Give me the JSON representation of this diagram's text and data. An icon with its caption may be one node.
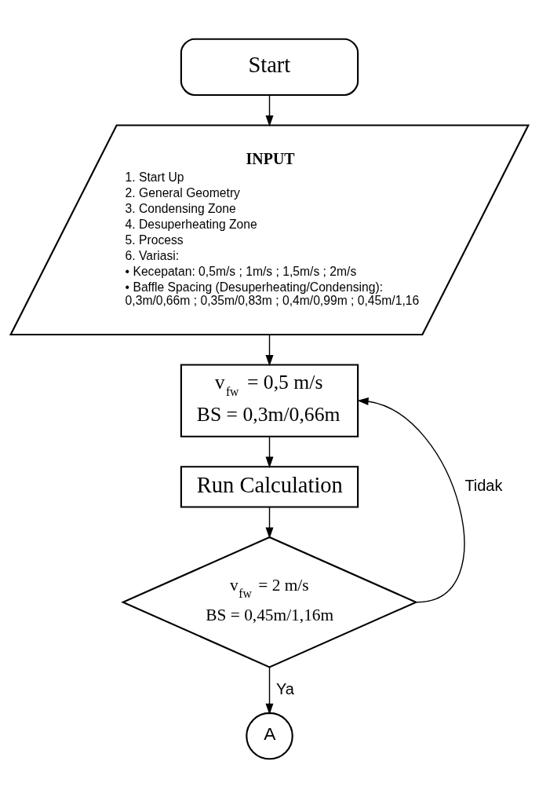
{
  "diagram": {
    "nodes": [
      {
        "text": [
          "Start"
        ]
      },
      {
        "text": [
          "INPUT",
          "1. Start Up",
          "2. General Geometry",
          "3. Condensing Zone",
          "4. Desuperheating Zone",
          "5. Process",
          "6. Variasi:",
          "• Kecepatan: 0,5m/s ; 1m/s ; 1,5m/s ; 2m/s",
          "• Baffle Spacing (Desuperheating/Condensing): 0,3m/0,66m ; 0,35m/0,83m ; 0,4m/0,99m ; 0,45m/1,16"
        ]
      },
      {
        "text": [
          "v$_{fw}$ = 0,5 m/s",
          "BS = 0,3m/0,66m"
        ]
      },
      {
        "text": [
          "Run Calculation"
        ]
      },
      {
        "text": [
          "v$_{fw}$ = 2 m/s",
          "BS = 0,45m/1,16m"
        ]
      },
      {
        "text": [
          "A"
        ]
      }
    ],
    "edges": [
      {
        "from": 0,
        "to": 1,
        "arrow": "to"
      },
      {
        "from": 1,
        "to": 2,
        "arrow": "to"
      },
      {
        "from": 2,
        "to": 3,
        "arrow": "to"
      },
      {
        "from": 3,
        "to": 4,
        "arrow": "to"
      },
      {
        "from": 4,
        "to": 2,
        "arrow": "to",
        "label": "Tidak"
      },
      {
        "from": 4,
        "to": 5,
        "arrow": "to",
        "label": "Ya"
      }
    ]
  }
}
